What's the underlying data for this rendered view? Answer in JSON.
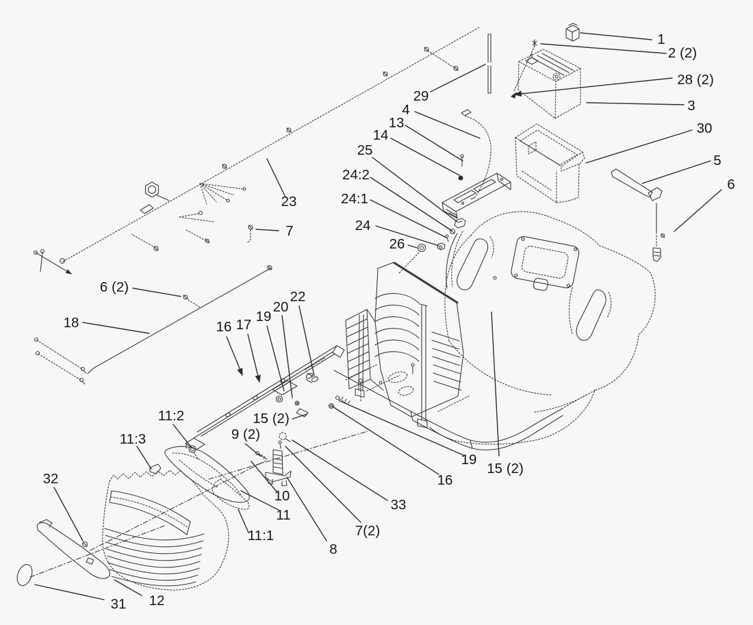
{
  "page": {
    "background_color": "#f7f7f7",
    "line_color": "#3a3a3a",
    "label_color": "#161616"
  },
  "diagram": {
    "kind": "exploded-parts-diagram",
    "subject": "riding mower body, battery and grille assembly line art",
    "callouts": [
      {
        "id": "1",
        "label": "1"
      },
      {
        "id": "2-2",
        "label": "2 (2)"
      },
      {
        "id": "28-2",
        "label": "28 (2)"
      },
      {
        "id": "3",
        "label": "3"
      },
      {
        "id": "30",
        "label": "30"
      },
      {
        "id": "5",
        "label": "5"
      },
      {
        "id": "6",
        "label": "6"
      },
      {
        "id": "29",
        "label": "29"
      },
      {
        "id": "4",
        "label": "4"
      },
      {
        "id": "13",
        "label": "13"
      },
      {
        "id": "14",
        "label": "14"
      },
      {
        "id": "25",
        "label": "25"
      },
      {
        "id": "24-2",
        "label": "24:2"
      },
      {
        "id": "24-1",
        "label": "24:1"
      },
      {
        "id": "24",
        "label": "24"
      },
      {
        "id": "26",
        "label": "26"
      },
      {
        "id": "23",
        "label": "23"
      },
      {
        "id": "7",
        "label": "7"
      },
      {
        "id": "6-2",
        "label": "6 (2)"
      },
      {
        "id": "18",
        "label": "18"
      },
      {
        "id": "16a",
        "label": "16"
      },
      {
        "id": "17",
        "label": "17"
      },
      {
        "id": "19a",
        "label": "19"
      },
      {
        "id": "20",
        "label": "20"
      },
      {
        "id": "22",
        "label": "22"
      },
      {
        "id": "15-2a",
        "label": "15 (2)"
      },
      {
        "id": "9-2",
        "label": "9 (2)"
      },
      {
        "id": "11-2",
        "label": "11:2"
      },
      {
        "id": "11-3",
        "label": "11:3"
      },
      {
        "id": "32",
        "label": "32"
      },
      {
        "id": "10",
        "label": "10"
      },
      {
        "id": "11",
        "label": "11"
      },
      {
        "id": "11-1",
        "label": "11:1"
      },
      {
        "id": "8",
        "label": "8"
      },
      {
        "id": "7-2",
        "label": "7(2)"
      },
      {
        "id": "33",
        "label": "33"
      },
      {
        "id": "16b",
        "label": "16"
      },
      {
        "id": "19b",
        "label": "19"
      },
      {
        "id": "15-2b",
        "label": "15 (2)"
      },
      {
        "id": "31",
        "label": "31"
      },
      {
        "id": "12",
        "label": "12"
      }
    ]
  }
}
